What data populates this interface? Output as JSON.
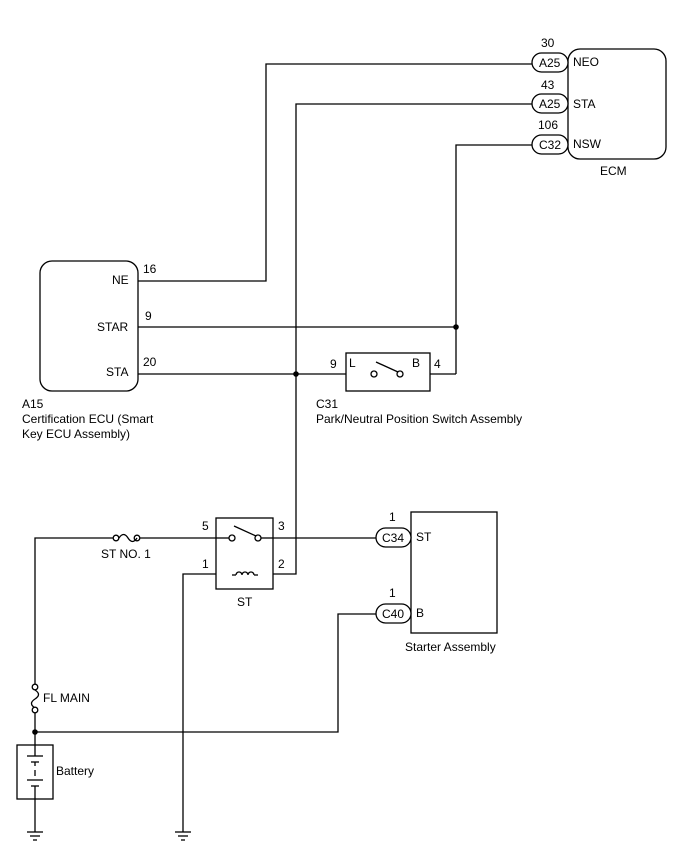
{
  "ecm": {
    "name": "ECM",
    "pins": [
      {
        "num": "30",
        "conn": "A25",
        "label": "NEO"
      },
      {
        "num": "43",
        "conn": "A25",
        "label": "STA"
      },
      {
        "num": "106",
        "conn": "C32",
        "label": "NSW"
      }
    ]
  },
  "cert_ecu": {
    "code": "A15",
    "name_line1": "Certification ECU (Smart",
    "name_line2": "Key ECU Assembly)",
    "pins": [
      {
        "num": "16",
        "label": "NE"
      },
      {
        "num": "9",
        "label": "STAR"
      },
      {
        "num": "20",
        "label": "STA"
      }
    ]
  },
  "park_switch": {
    "code": "C31",
    "name": "Park/Neutral Position Switch Assembly",
    "pin_left": "9",
    "pin_right": "4",
    "term_left": "L",
    "term_right": "B"
  },
  "st_relay": {
    "name": "ST",
    "pin5": "5",
    "pin3": "3",
    "pin1": "1",
    "pin2": "2"
  },
  "fuse_st": "ST NO. 1",
  "fuse_fl": "FL MAIN",
  "starter": {
    "name": "Starter Assembly",
    "pins": [
      {
        "num": "1",
        "conn": "C34",
        "label": "ST"
      },
      {
        "num": "1",
        "conn": "C40",
        "label": "B"
      }
    ]
  },
  "battery": "Battery"
}
